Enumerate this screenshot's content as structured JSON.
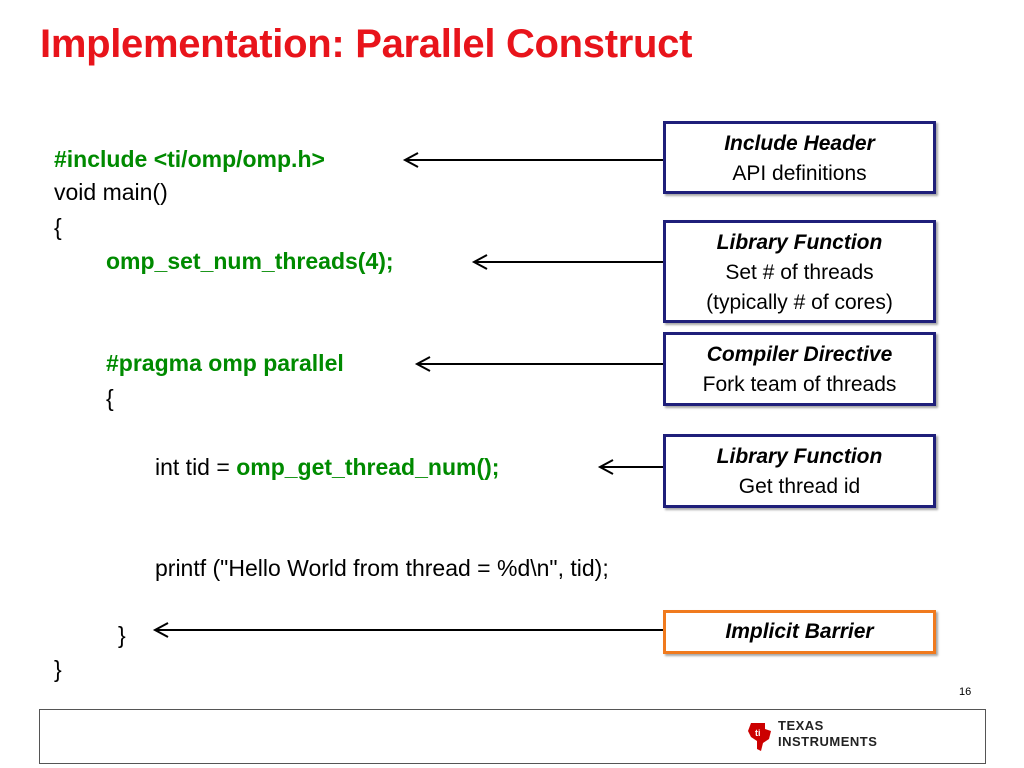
{
  "slide": {
    "title": "Implementation: Parallel Construct",
    "page_number": "16"
  },
  "code": {
    "line1": "#include <ti/omp/omp.h>",
    "line2": "void main()",
    "line3": "{",
    "line4": "omp_set_num_threads(4);",
    "line5": "#pragma omp parallel",
    "line6": "{",
    "line7_prefix": "int tid = ",
    "line7_call": "omp_get_thread_num();",
    "line8": "printf (\"Hello World from thread = %d\\n\", tid);",
    "line9": "}",
    "line10": "}"
  },
  "callouts": [
    {
      "heading": "Include Header",
      "text": "API definitions"
    },
    {
      "heading": "Library Function",
      "text": "Set # of threads",
      "text2": "(typically # of cores)"
    },
    {
      "heading": "Compiler Directive",
      "text": "Fork team of threads"
    },
    {
      "heading": "Library Function",
      "text": "Get thread id"
    },
    {
      "heading": "Implicit Barrier"
    }
  ],
  "colors": {
    "title": "#e8141b",
    "highlight_code": "#008a00",
    "callout_border": "#1f1f7a",
    "barrier_border": "#f07a1e",
    "ti_logo": "#cc0000"
  },
  "footer": {
    "logo_line1": "Texas",
    "logo_line2": "Instruments"
  }
}
